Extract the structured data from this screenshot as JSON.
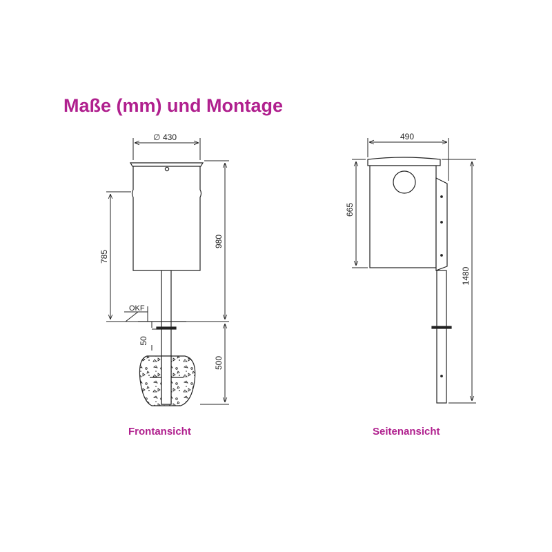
{
  "title": "Maße (mm) und Montage",
  "front_view": {
    "caption": "Frontansicht",
    "diameter_symbol": "∅",
    "diameter": "430",
    "dim_785": "785",
    "dim_980": "980",
    "dim_50": "50",
    "dim_500": "500",
    "ground_label": "OKF"
  },
  "side_view": {
    "caption": "Seitenansicht",
    "dim_490": "490",
    "dim_665": "665",
    "dim_1480": "1480"
  },
  "colors": {
    "accent": "#b0208e",
    "line": "#222222"
  }
}
